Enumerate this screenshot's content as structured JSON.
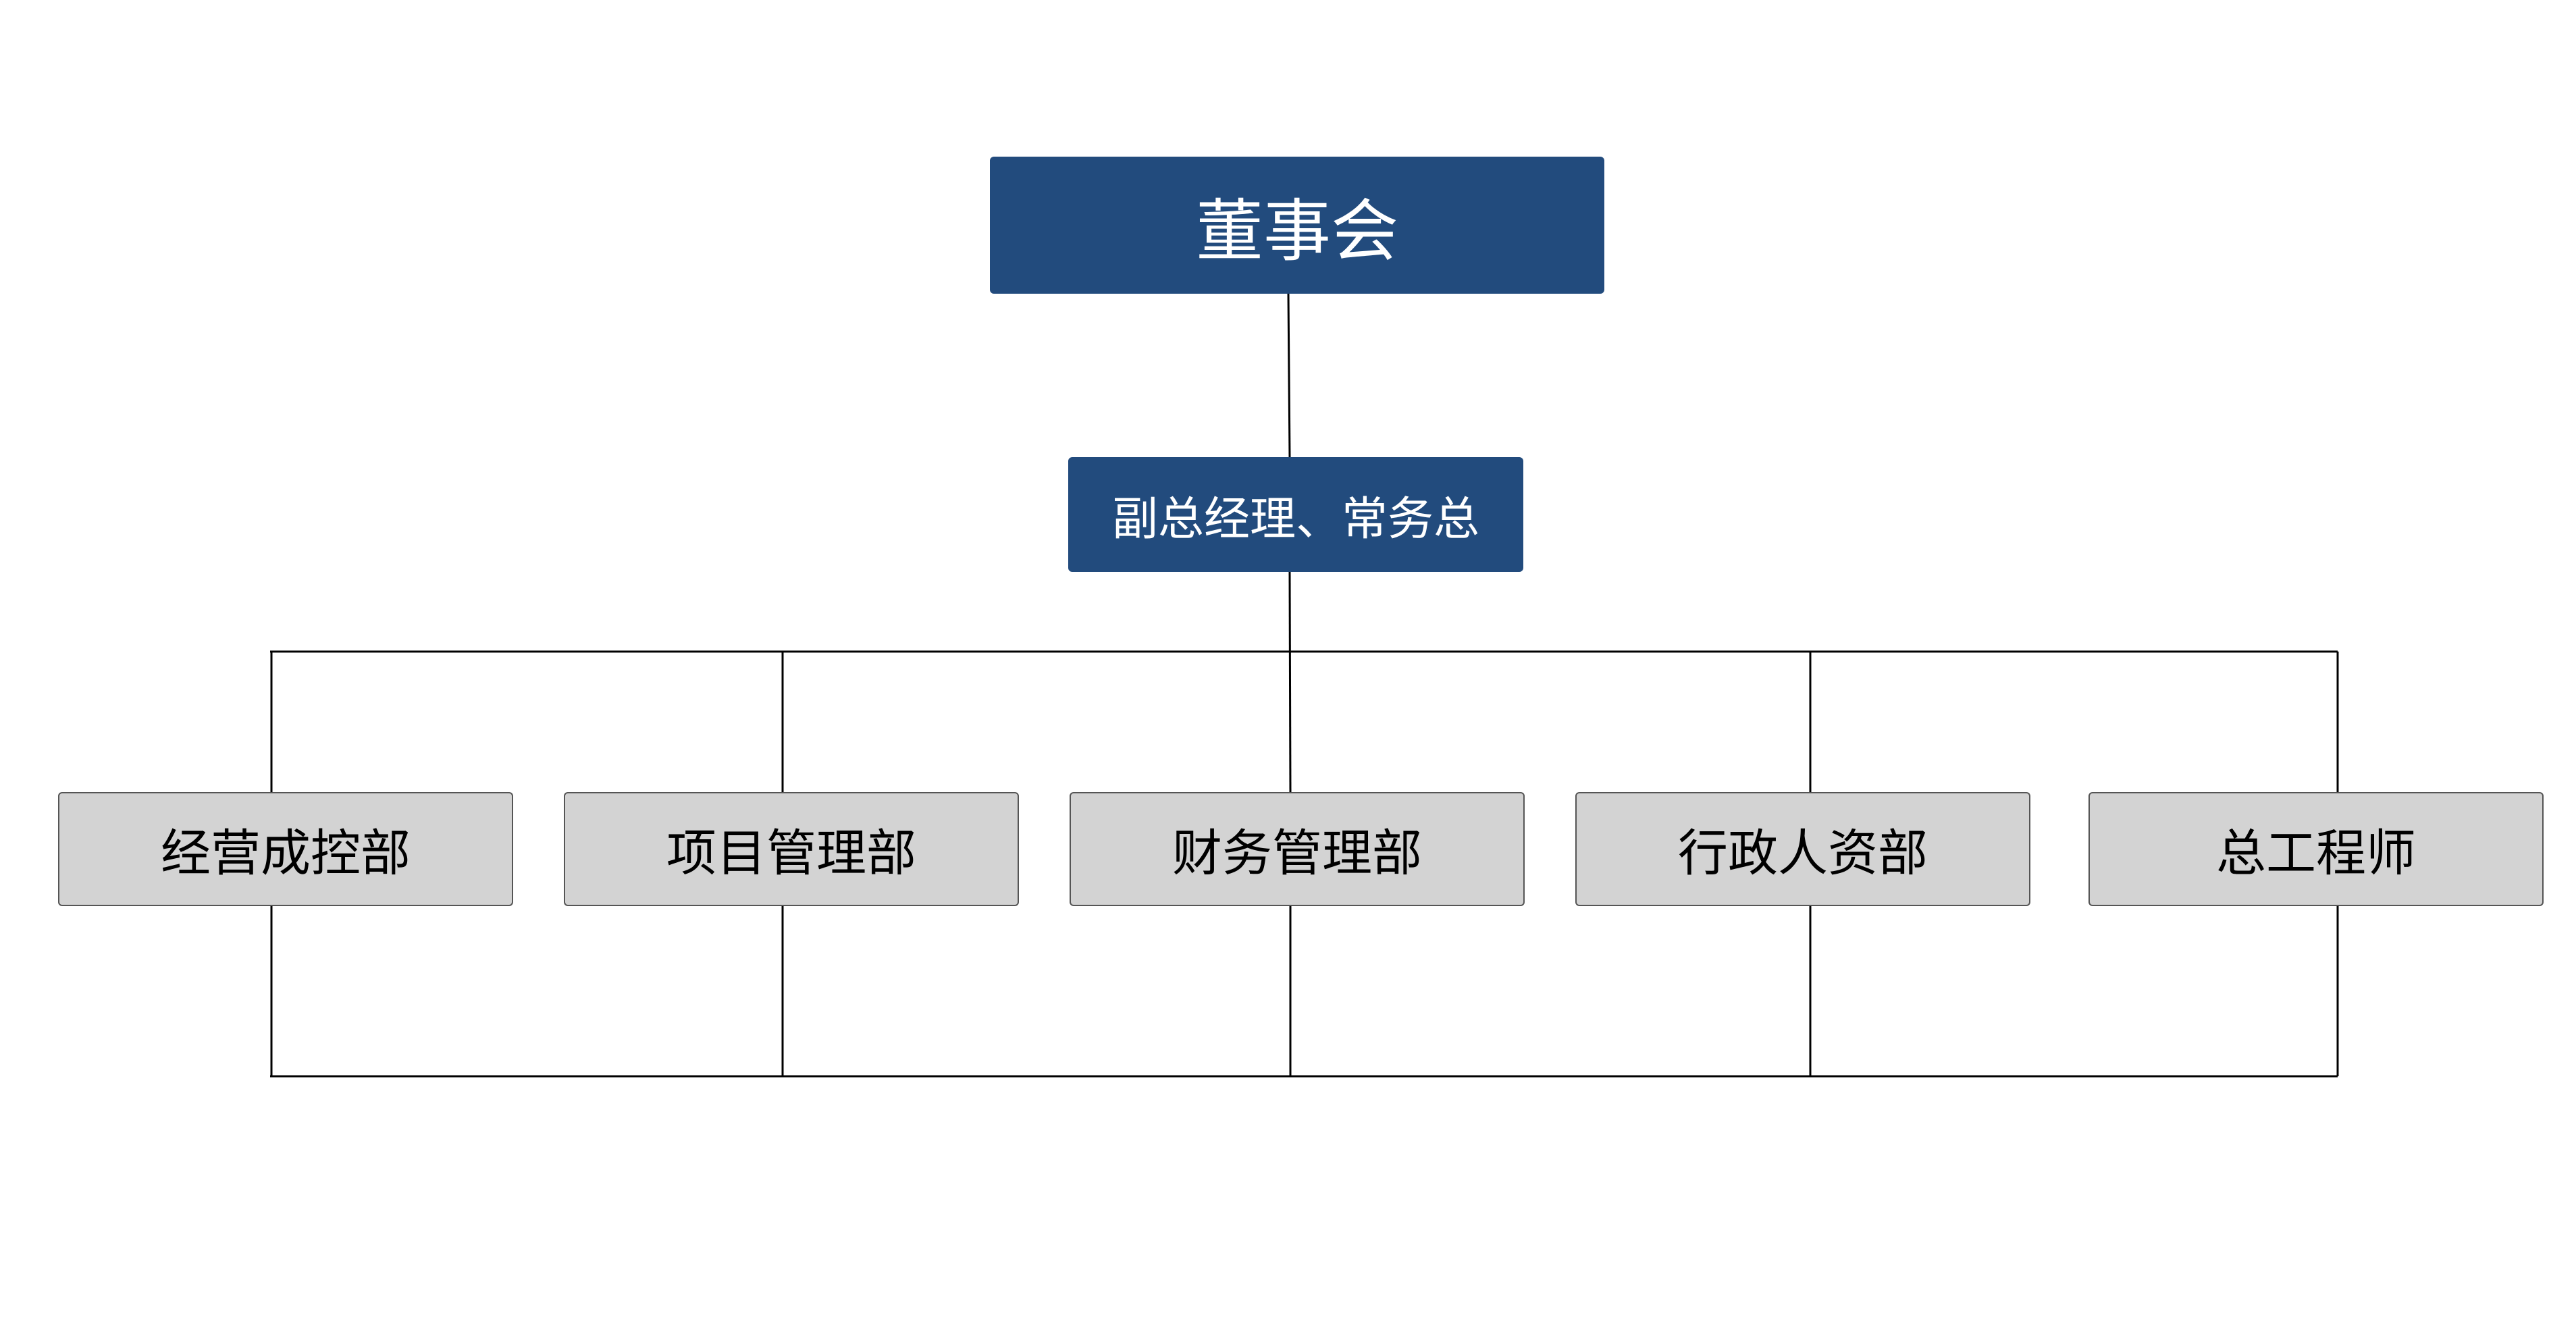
{
  "board": {
    "label": "董事会"
  },
  "deputy": {
    "label": "副总经理、常务总"
  },
  "departments": [
    {
      "label": "经营成控部"
    },
    {
      "label": "项目管理部"
    },
    {
      "label": "财务管理部"
    },
    {
      "label": "行政人资部"
    },
    {
      "label": "总工程师"
    }
  ],
  "colors": {
    "primary_fill": "#224b7d",
    "secondary_fill": "#d3d3d3",
    "connector": "#000000"
  }
}
